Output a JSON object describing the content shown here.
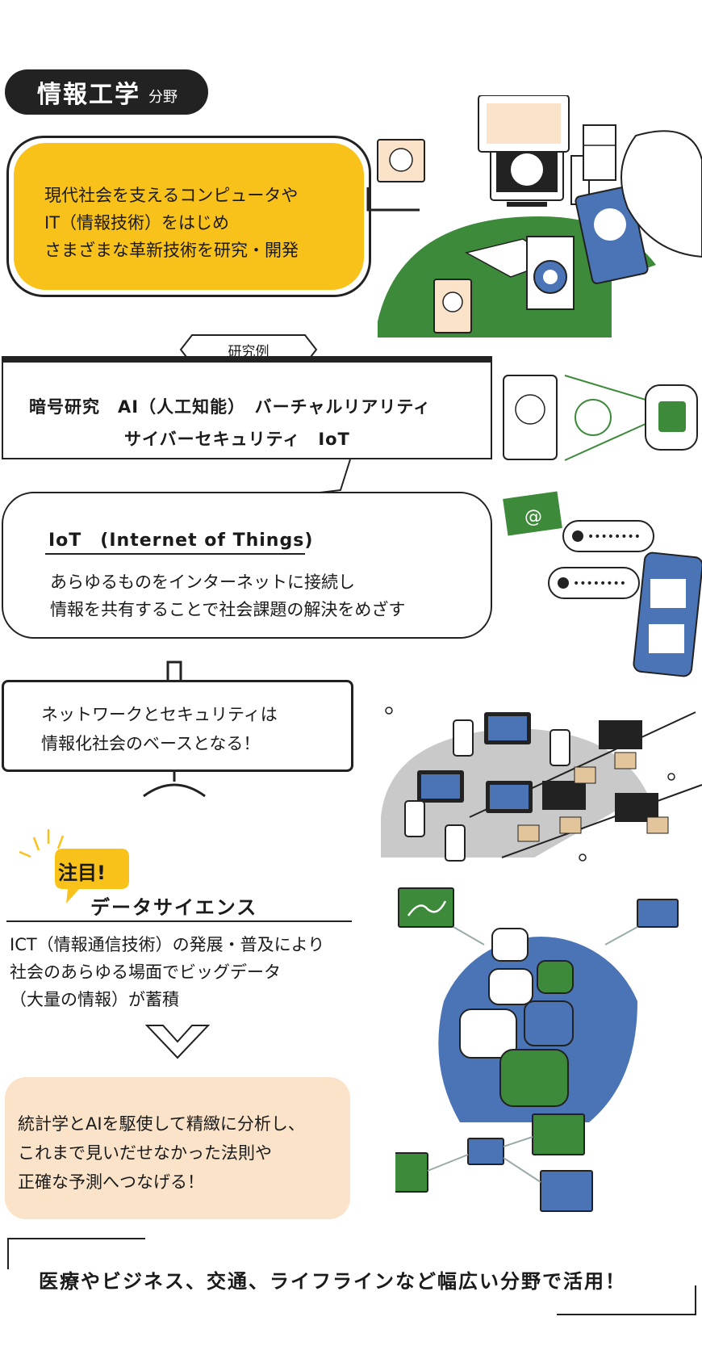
{
  "title": {
    "main": "情報工学",
    "sub": "分野"
  },
  "intro": {
    "lines": [
      "現代社会を支えるコンピュータや",
      "IT（情報技術）をはじめ",
      "さまざまな革新技術を研究・開発"
    ]
  },
  "research": {
    "label": "研究例",
    "line1": "暗号研究　AI（人工知能）　バーチャルリアリティ",
    "line2": "サイバーセキュリティ　IoT"
  },
  "iot": {
    "heading": "IoT　(Internet of Things)",
    "body": [
      "あらゆるものをインターネットに接続し",
      "情報を共有することで社会課題の解決をめざす"
    ]
  },
  "network": {
    "lines": [
      "ネットワークとセキュリティは",
      "情報化社会のベースとなる！"
    ]
  },
  "datascience": {
    "badge": "注目!",
    "heading": "データサイエンス",
    "body": [
      "ICT（情報通信技術）の発展・普及により",
      "社会のあらゆる場面でビッグデータ",
      "（大量の情報）が蓄積"
    ],
    "result": [
      "統計学とAIを駆使して精緻に分析し、",
      "これまで見いだせなかった法則や",
      "正確な予測へつなげる！"
    ]
  },
  "footer": {
    "text": "医療やビジネス、交通、ライフラインなど幅広い分野で活用！"
  },
  "colors": {
    "yellow": "#f9c21b",
    "green": "#3e8a3b",
    "blue": "#4a74b6",
    "peach": "#fbe3c9",
    "dark": "#222222"
  }
}
